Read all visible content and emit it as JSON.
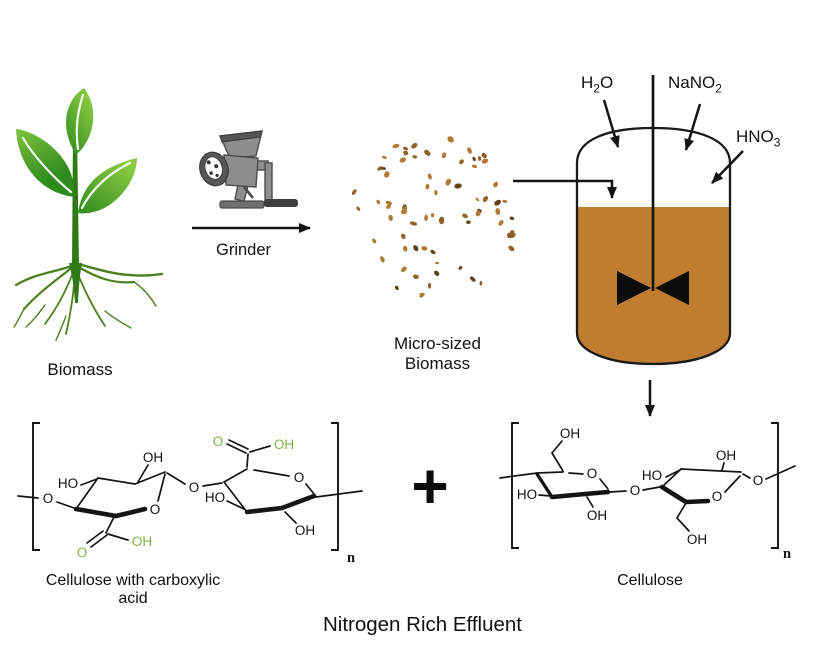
{
  "labels": {
    "biomass": "Biomass",
    "grinder": "Grinder",
    "micro_line1": "Micro-sized",
    "micro_line2": "Biomass",
    "left_caption": "Cellulose with carboxylic acid",
    "right_caption": "Cellulose",
    "bottom": "Nitrogen Rich Effluent",
    "plus": "+"
  },
  "reactor": {
    "inputs": [
      {
        "name": "water",
        "pre": "H",
        "sub": "2",
        "post": "O"
      },
      {
        "name": "sodium-nitrite",
        "pre": "NaNO",
        "sub": "2",
        "post": ""
      },
      {
        "name": "nitric-acid",
        "pre": "HNO",
        "sub": "3",
        "post": ""
      }
    ]
  },
  "left_structure": {
    "caption": "Cellulose with carboxylic acid",
    "subscript": "n",
    "atoms": {
      "chain_o": "O",
      "r1_ho": "HO",
      "r1_oh_top": "OH",
      "r1_ring_o": "O",
      "cooh1_o": "O",
      "cooh1_oh": "OH",
      "glyco_o": "O",
      "r2_cooh_o": "O",
      "r2_cooh_oh": "OH",
      "r2_ring_o": "O",
      "r2_ho": "HO",
      "r2_oh_bottom": "OH"
    }
  },
  "right_structure": {
    "caption": "Cellulose",
    "subscript": "n",
    "atoms": {
      "r1_ch2oh": "OH",
      "r1_ring_o": "O",
      "r1_ho": "HO",
      "r1_oh_bottom": "OH",
      "glyco_o": "O",
      "r2_ho": "HO",
      "r2_oh_top": "OH",
      "r2_ring_o": "O",
      "r2_exit_o": "O",
      "r2_ch2oh": "OH"
    }
  },
  "colors": {
    "accent_green": "#7CB342",
    "liquid_brown": "#C07C2F",
    "dot_light": "#B07B33",
    "dot_mid": "#8F6226",
    "dot_dark": "#5F4218",
    "leaf_dark": "#2E8B1E",
    "leaf_light": "#8CCB43",
    "stem_green": "#2F7A15",
    "root_green": "#4E8020",
    "grinder_gray": "#8E8E8E",
    "grinder_dark": "#565656"
  },
  "dots": {
    "count": 74,
    "seed": 7
  }
}
